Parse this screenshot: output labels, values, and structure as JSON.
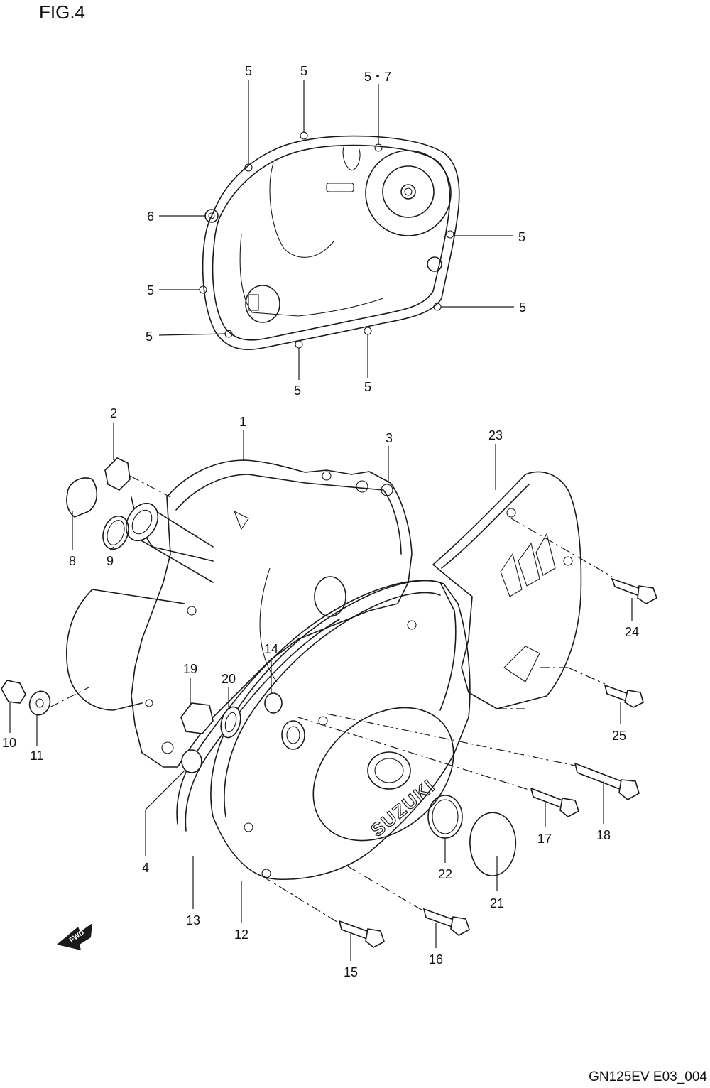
{
  "figure": {
    "title": "FIG.4",
    "code": "GN125EV E03_004"
  },
  "callouts": [
    {
      "id": "c5a",
      "label": "5"
    },
    {
      "id": "c5b",
      "label": "5"
    },
    {
      "id": "c57",
      "label": "5・7"
    },
    {
      "id": "c6",
      "label": "6"
    },
    {
      "id": "c5c",
      "label": "5"
    },
    {
      "id": "c5d",
      "label": "5"
    },
    {
      "id": "c5e",
      "label": "5"
    },
    {
      "id": "c5f",
      "label": "5"
    },
    {
      "id": "c5g",
      "label": "5"
    },
    {
      "id": "c5h",
      "label": "5"
    },
    {
      "id": "c5i",
      "label": "5"
    },
    {
      "id": "c1",
      "label": "1"
    },
    {
      "id": "c2",
      "label": "2"
    },
    {
      "id": "c3",
      "label": "3"
    },
    {
      "id": "c4",
      "label": "4"
    },
    {
      "id": "c8",
      "label": "8"
    },
    {
      "id": "c9",
      "label": "9"
    },
    {
      "id": "c10",
      "label": "10"
    },
    {
      "id": "c11",
      "label": "11"
    },
    {
      "id": "c12",
      "label": "12"
    },
    {
      "id": "c13",
      "label": "13"
    },
    {
      "id": "c14",
      "label": "14"
    },
    {
      "id": "c15",
      "label": "15"
    },
    {
      "id": "c16",
      "label": "16"
    },
    {
      "id": "c17",
      "label": "17"
    },
    {
      "id": "c18",
      "label": "18"
    },
    {
      "id": "c19",
      "label": "19"
    },
    {
      "id": "c20",
      "label": "20"
    },
    {
      "id": "c21",
      "label": "21"
    },
    {
      "id": "c22",
      "label": "22"
    },
    {
      "id": "c23",
      "label": "23"
    },
    {
      "id": "c24",
      "label": "24"
    },
    {
      "id": "c25",
      "label": "25"
    }
  ],
  "direction_arrow": {
    "label": "FWD"
  },
  "brand_mark": "SUZUKI"
}
